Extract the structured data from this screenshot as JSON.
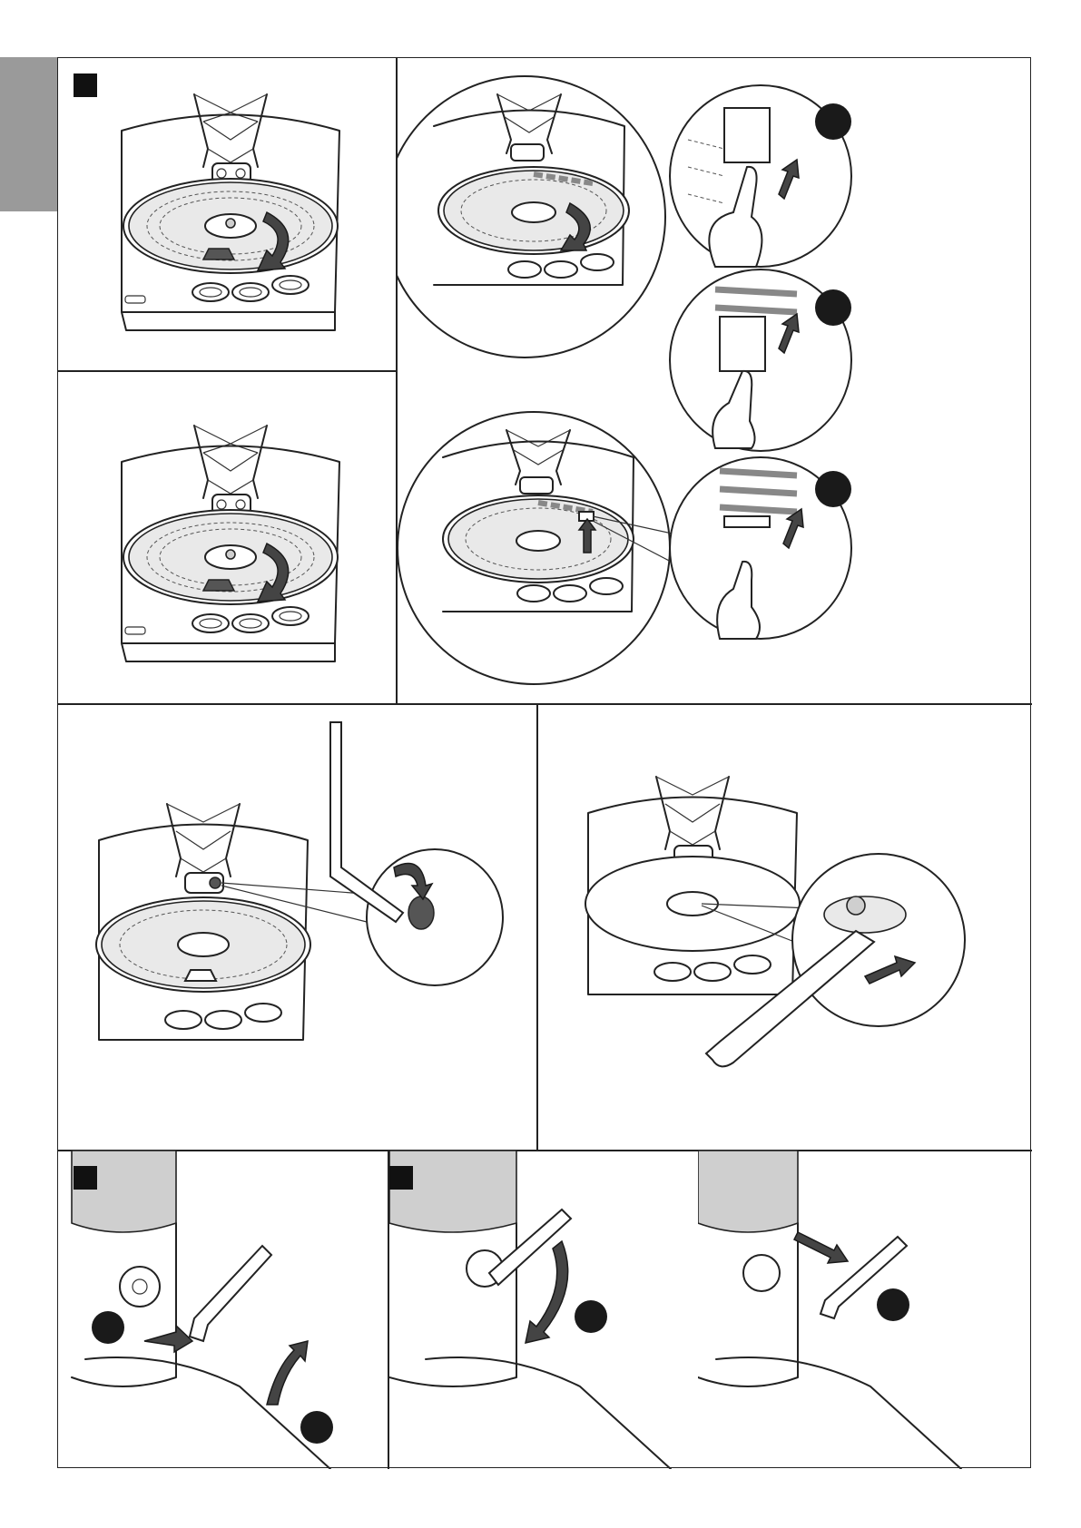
{
  "page": {
    "side_tab_color": "#9a9a9a",
    "marker_color": "#111111",
    "line_color": "#222222"
  },
  "figures": [
    {
      "id": "fig-top-left",
      "subject": "motor-disc-rotate",
      "has_square_marker": true
    },
    {
      "id": "fig-mid-left",
      "subject": "motor-disc-rotate",
      "has_square_marker": false
    },
    {
      "id": "fig-top-right",
      "subject": "disc-label-removal",
      "step_circles": 3
    },
    {
      "id": "fig-allen-key",
      "subject": "hex-key-tighten",
      "icons": [
        "hex-key-icon",
        "rotate-arrow-icon"
      ]
    },
    {
      "id": "fig-wrench",
      "subject": "nut-tighten",
      "icons": [
        "wrench-icon",
        "rotate-arrow-icon"
      ]
    },
    {
      "id": "fig-bottom-1",
      "subject": "release-key-insert",
      "has_square_marker": true,
      "step_circles": 2
    },
    {
      "id": "fig-bottom-2",
      "subject": "release-key-turn",
      "has_square_marker": true,
      "step_circles": 1
    },
    {
      "id": "fig-bottom-3",
      "subject": "release-key-remove",
      "has_square_marker": false,
      "step_circles": 1
    }
  ]
}
